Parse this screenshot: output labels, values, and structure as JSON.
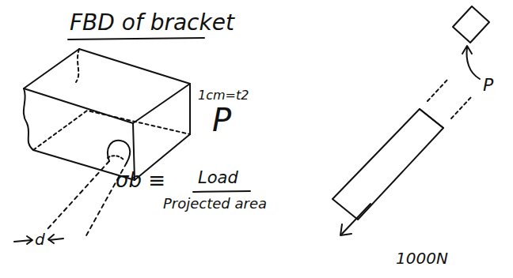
{
  "diagram": {
    "title": "FBD of bracket",
    "labels": [
      "1cm=t2",
      "P",
      "P",
      "σb ≡",
      "Load",
      "Projected area",
      "d",
      "1000N"
    ]
  }
}
